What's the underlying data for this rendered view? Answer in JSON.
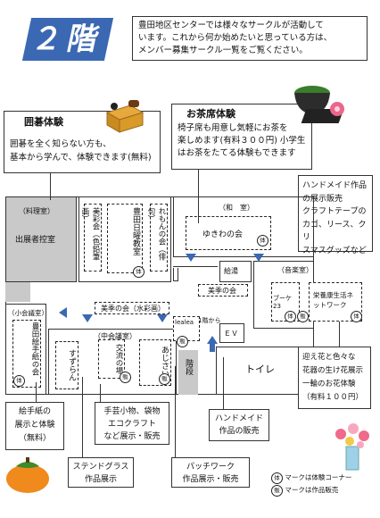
{
  "floor": "２階",
  "intro": [
    "豊田地区センターでは様々なサークルが活動して",
    "います。これから何か始めたいと思っている方は、",
    "メンバー募集サークル一覧をご覧ください。"
  ],
  "go": {
    "title": "囲碁体験",
    "lines": [
      "囲碁を全く知らない方も、",
      "基本から学んで、体験できます(無料)"
    ]
  },
  "tea": {
    "title": "お茶席体験",
    "lines": [
      "椅子席も用意し気軽にお茶を",
      "楽しめます(有料３００円) 小学生",
      "はお茶をたてる体験もできます"
    ]
  },
  "handmade_display": {
    "lines": [
      "ハンドメイド作品",
      "の展示販売",
      "クラフトテープの",
      "カゴ、リース、クリ",
      "スマスグッズなど"
    ]
  },
  "rooms": {
    "cooking": "（料理室）",
    "cooking_sub": "出展者控室",
    "washitsu": "（和　室）",
    "yukiwa": "ゆきわの会",
    "bisaikai": "美彩会（色鉛筆画）",
    "toyoda": "豊田日曜教室",
    "remon": "れもんの会（俳句）",
    "kyuto": "給湯",
    "bijin_small": "美季の会",
    "music": "（音楽室）",
    "booka": "ブーケ23",
    "eiyo": "栄養康生活ネットワーク",
    "bijin_big": "美季の会（水彩画）",
    "small_meeting": "（小会議室）",
    "toyoda_etegami": "豊田絵手紙の会",
    "mid_meeting": "（中会議室）",
    "suzuran": "すずらん",
    "koryu": "交流の場",
    "ajisai": "あじさい",
    "lealea": "lealea",
    "from1f": "1階から",
    "ev": "ＥＶ",
    "stairs": "階段",
    "toilet": "トイレ"
  },
  "marks": {
    "tai": "体",
    "han": "販"
  },
  "callouts": {
    "etegami": [
      "絵手紙の",
      "展示と体験",
      "（無料）"
    ],
    "stained": [
      "ステンドグラス",
      "作品展示"
    ],
    "crafts": [
      "手芸小物、袋物",
      "エコクラフト",
      "など展示・販売"
    ],
    "patchwork": [
      "パッチワーク",
      "作品展示・販売"
    ],
    "handmade_sale": [
      "ハンドメイド",
      "作品の販売"
    ],
    "flower": [
      "迎え花と色々な",
      "花器の生け花展示",
      "一輪のお花体験",
      "（有料１００円）"
    ]
  },
  "legend": {
    "tai": "マークは体験コーナー",
    "han": "マークは作品販売"
  }
}
